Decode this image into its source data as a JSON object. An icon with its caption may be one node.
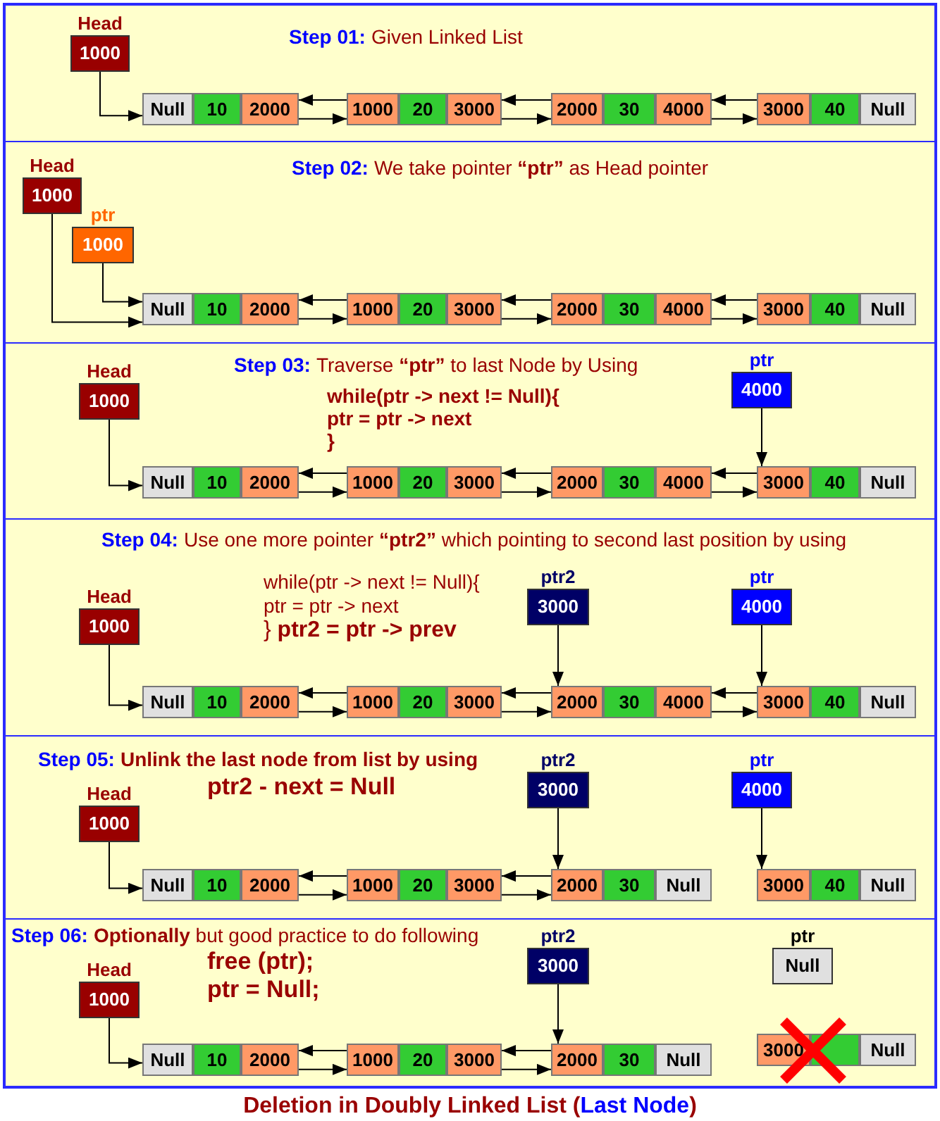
{
  "diagram": {
    "caption": "Deletion in Doubly Linked List (**Last Node**)",
    "nodes": [
      {
        "text": [
          "Step 01:",
          "Given Linked List"
        ]
      },
      {
        "text": [
          "Head",
          "1000"
        ],
        "in": 0
      },
      {
        "text": [
          "Null"
        ],
        "in": 0
      },
      {
        "text": [
          "10"
        ],
        "in": 0
      },
      {
        "text": [
          "2000"
        ],
        "in": 0
      },
      {
        "text": [
          "1000"
        ],
        "in": 0
      },
      {
        "text": [
          "20"
        ],
        "in": 0
      },
      {
        "text": [
          "3000"
        ],
        "in": 0
      },
      {
        "text": [
          "2000"
        ],
        "in": 0
      },
      {
        "text": [
          "30"
        ],
        "in": 0
      },
      {
        "text": [
          "4000"
        ],
        "in": 0
      },
      {
        "text": [
          "3000"
        ],
        "in": 0
      },
      {
        "text": [
          "40"
        ],
        "in": 0
      },
      {
        "text": [
          "Null"
        ],
        "in": 0
      },
      {
        "text": [
          "Step 02:",
          "We take pointer **“ptr”** as Head pointer"
        ]
      },
      {
        "text": [
          "Head",
          "1000"
        ],
        "in": 14
      },
      {
        "text": [
          "ptr",
          "1000"
        ],
        "in": 14
      },
      {
        "text": [
          "Null"
        ],
        "in": 14
      },
      {
        "text": [
          "10"
        ],
        "in": 14
      },
      {
        "text": [
          "2000"
        ],
        "in": 14
      },
      {
        "text": [
          "1000"
        ],
        "in": 14
      },
      {
        "text": [
          "20"
        ],
        "in": 14
      },
      {
        "text": [
          "3000"
        ],
        "in": 14
      },
      {
        "text": [
          "2000"
        ],
        "in": 14
      },
      {
        "text": [
          "30"
        ],
        "in": 14
      },
      {
        "text": [
          "4000"
        ],
        "in": 14
      },
      {
        "text": [
          "3000"
        ],
        "in": 14
      },
      {
        "text": [
          "40"
        ],
        "in": 14
      },
      {
        "text": [
          "Null"
        ],
        "in": 14
      },
      {
        "text": [
          "Step 03:",
          "Traverse **“ptr”** to last Node by Using",
          "while(ptr -> next != Null){",
          "ptr = ptr -> next",
          "}"
        ]
      },
      {
        "text": [
          "Head",
          "1000"
        ],
        "in": 29
      },
      {
        "text": [
          "ptr",
          "4000"
        ],
        "in": 29
      },
      {
        "text": [
          "Null"
        ],
        "in": 29
      },
      {
        "text": [
          "10"
        ],
        "in": 29
      },
      {
        "text": [
          "2000"
        ],
        "in": 29
      },
      {
        "text": [
          "1000"
        ],
        "in": 29
      },
      {
        "text": [
          "20"
        ],
        "in": 29
      },
      {
        "text": [
          "3000"
        ],
        "in": 29
      },
      {
        "text": [
          "2000"
        ],
        "in": 29
      },
      {
        "text": [
          "30"
        ],
        "in": 29
      },
      {
        "text": [
          "4000"
        ],
        "in": 29
      },
      {
        "text": [
          "3000"
        ],
        "in": 29
      },
      {
        "text": [
          "40"
        ],
        "in": 29
      },
      {
        "text": [
          "Null"
        ],
        "in": 29
      },
      {
        "text": [
          "Step 04:",
          "Use one more pointer **“ptr2”** which pointing to second last position by using",
          "while(ptr -> next != Null){",
          "ptr = ptr -> next",
          "} **ptr2 = ptr -> prev**"
        ]
      },
      {
        "text": [
          "Head",
          "1000"
        ],
        "in": 44
      },
      {
        "text": [
          "ptr2",
          "3000"
        ],
        "in": 44
      },
      {
        "text": [
          "ptr",
          "4000"
        ],
        "in": 44
      },
      {
        "text": [
          "Null"
        ],
        "in": 44
      },
      {
        "text": [
          "10"
        ],
        "in": 44
      },
      {
        "text": [
          "2000"
        ],
        "in": 44
      },
      {
        "text": [
          "1000"
        ],
        "in": 44
      },
      {
        "text": [
          "20"
        ],
        "in": 44
      },
      {
        "text": [
          "3000"
        ],
        "in": 44
      },
      {
        "text": [
          "2000"
        ],
        "in": 44
      },
      {
        "text": [
          "30"
        ],
        "in": 44
      },
      {
        "text": [
          "4000"
        ],
        "in": 44
      },
      {
        "text": [
          "3000"
        ],
        "in": 44
      },
      {
        "text": [
          "40"
        ],
        "in": 44
      },
      {
        "text": [
          "Null"
        ],
        "in": 44
      },
      {
        "text": [
          "Step 05:",
          "Unlink the last node from list by using",
          "ptr2 - next = Null"
        ]
      },
      {
        "text": [
          "Head",
          "1000"
        ],
        "in": 60
      },
      {
        "text": [
          "ptr2",
          "3000"
        ],
        "in": 60
      },
      {
        "text": [
          "ptr",
          "4000"
        ],
        "in": 60
      },
      {
        "text": [
          "Null"
        ],
        "in": 60
      },
      {
        "text": [
          "10"
        ],
        "in": 60
      },
      {
        "text": [
          "2000"
        ],
        "in": 60
      },
      {
        "text": [
          "1000"
        ],
        "in": 60
      },
      {
        "text": [
          "20"
        ],
        "in": 60
      },
      {
        "text": [
          "3000"
        ],
        "in": 60
      },
      {
        "text": [
          "2000"
        ],
        "in": 60
      },
      {
        "text": [
          "30"
        ],
        "in": 60
      },
      {
        "text": [
          "Null"
        ],
        "in": 60
      },
      {
        "text": [
          "3000"
        ],
        "in": 60
      },
      {
        "text": [
          "40"
        ],
        "in": 60
      },
      {
        "text": [
          "Null"
        ],
        "in": 60
      },
      {
        "text": [
          "Step 06:",
          "**Optionally** but good practice to do following",
          "free (ptr);",
          "ptr = Null;"
        ]
      },
      {
        "text": [
          "Head",
          "1000"
        ],
        "in": 76
      },
      {
        "text": [
          "ptr2",
          "3000"
        ],
        "in": 76
      },
      {
        "text": [
          "ptr",
          "Null"
        ],
        "in": 76
      },
      {
        "text": [
          "Null"
        ],
        "in": 76
      },
      {
        "text": [
          "10"
        ],
        "in": 76
      },
      {
        "text": [
          "2000"
        ],
        "in": 76
      },
      {
        "text": [
          "1000"
        ],
        "in": 76
      },
      {
        "text": [
          "20"
        ],
        "in": 76
      },
      {
        "text": [
          "3000"
        ],
        "in": 76
      },
      {
        "text": [
          "2000"
        ],
        "in": 76
      },
      {
        "text": [
          "30"
        ],
        "in": 76
      },
      {
        "text": [
          "Null"
        ],
        "in": 76
      },
      {
        "text": [
          "3000"
        ],
        "in": 76
      },
      {
        "text": [],
        "shape": "box",
        "in": 76
      },
      {
        "text": [
          "Null"
        ],
        "in": 76
      }
    ],
    "edges": [
      {
        "from": 1,
        "to": 2,
        "arrow": "to"
      },
      {
        "from": 4,
        "to": 5,
        "arrow": "to"
      },
      {
        "from": 5,
        "to": 4,
        "arrow": "to"
      },
      {
        "from": 7,
        "to": 8,
        "arrow": "to"
      },
      {
        "from": 8,
        "to": 7,
        "arrow": "to"
      },
      {
        "from": 10,
        "to": 11,
        "arrow": "to"
      },
      {
        "from": 11,
        "to": 10,
        "arrow": "to"
      },
      {
        "from": 15,
        "to": 17,
        "arrow": "to"
      },
      {
        "from": 16,
        "to": 17,
        "arrow": "to"
      },
      {
        "from": 19,
        "to": 20,
        "arrow": "to"
      },
      {
        "from": 20,
        "to": 19,
        "arrow": "to"
      },
      {
        "from": 22,
        "to": 23,
        "arrow": "to"
      },
      {
        "from": 23,
        "to": 22,
        "arrow": "to"
      },
      {
        "from": 25,
        "to": 26,
        "arrow": "to"
      },
      {
        "from": 26,
        "to": 25,
        "arrow": "to"
      },
      {
        "from": 30,
        "to": 32,
        "arrow": "to"
      },
      {
        "from": 31,
        "to": 41,
        "arrow": "to"
      },
      {
        "from": 34,
        "to": 35,
        "arrow": "to"
      },
      {
        "from": 35,
        "to": 34,
        "arrow": "to"
      },
      {
        "from": 37,
        "to": 38,
        "arrow": "to"
      },
      {
        "from": 38,
        "to": 37,
        "arrow": "to"
      },
      {
        "from": 40,
        "to": 41,
        "arrow": "to"
      },
      {
        "from": 41,
        "to": 40,
        "arrow": "to"
      },
      {
        "from": 45,
        "to": 48,
        "arrow": "to"
      },
      {
        "from": 46,
        "to": 54,
        "arrow": "to"
      },
      {
        "from": 47,
        "to": 57,
        "arrow": "to"
      },
      {
        "from": 50,
        "to": 51,
        "arrow": "to"
      },
      {
        "from": 51,
        "to": 50,
        "arrow": "to"
      },
      {
        "from": 53,
        "to": 54,
        "arrow": "to"
      },
      {
        "from": 54,
        "to": 53,
        "arrow": "to"
      },
      {
        "from": 56,
        "to": 57,
        "arrow": "to"
      },
      {
        "from": 57,
        "to": 56,
        "arrow": "to"
      },
      {
        "from": 61,
        "to": 64,
        "arrow": "to"
      },
      {
        "from": 62,
        "to": 70,
        "arrow": "to"
      },
      {
        "from": 63,
        "to": 73,
        "arrow": "to"
      },
      {
        "from": 66,
        "to": 67,
        "arrow": "to"
      },
      {
        "from": 67,
        "to": 66,
        "arrow": "to"
      },
      {
        "from": 69,
        "to": 70,
        "arrow": "to"
      },
      {
        "from": 70,
        "to": 69,
        "arrow": "to"
      },
      {
        "from": 77,
        "to": 80,
        "arrow": "to"
      },
      {
        "from": 78,
        "to": 86,
        "arrow": "to"
      },
      {
        "from": 82,
        "to": 83,
        "arrow": "to"
      },
      {
        "from": 83,
        "to": 82,
        "arrow": "to"
      },
      {
        "from": 85,
        "to": 86,
        "arrow": "to"
      },
      {
        "from": 86,
        "to": 85,
        "arrow": "to"
      }
    ]
  }
}
